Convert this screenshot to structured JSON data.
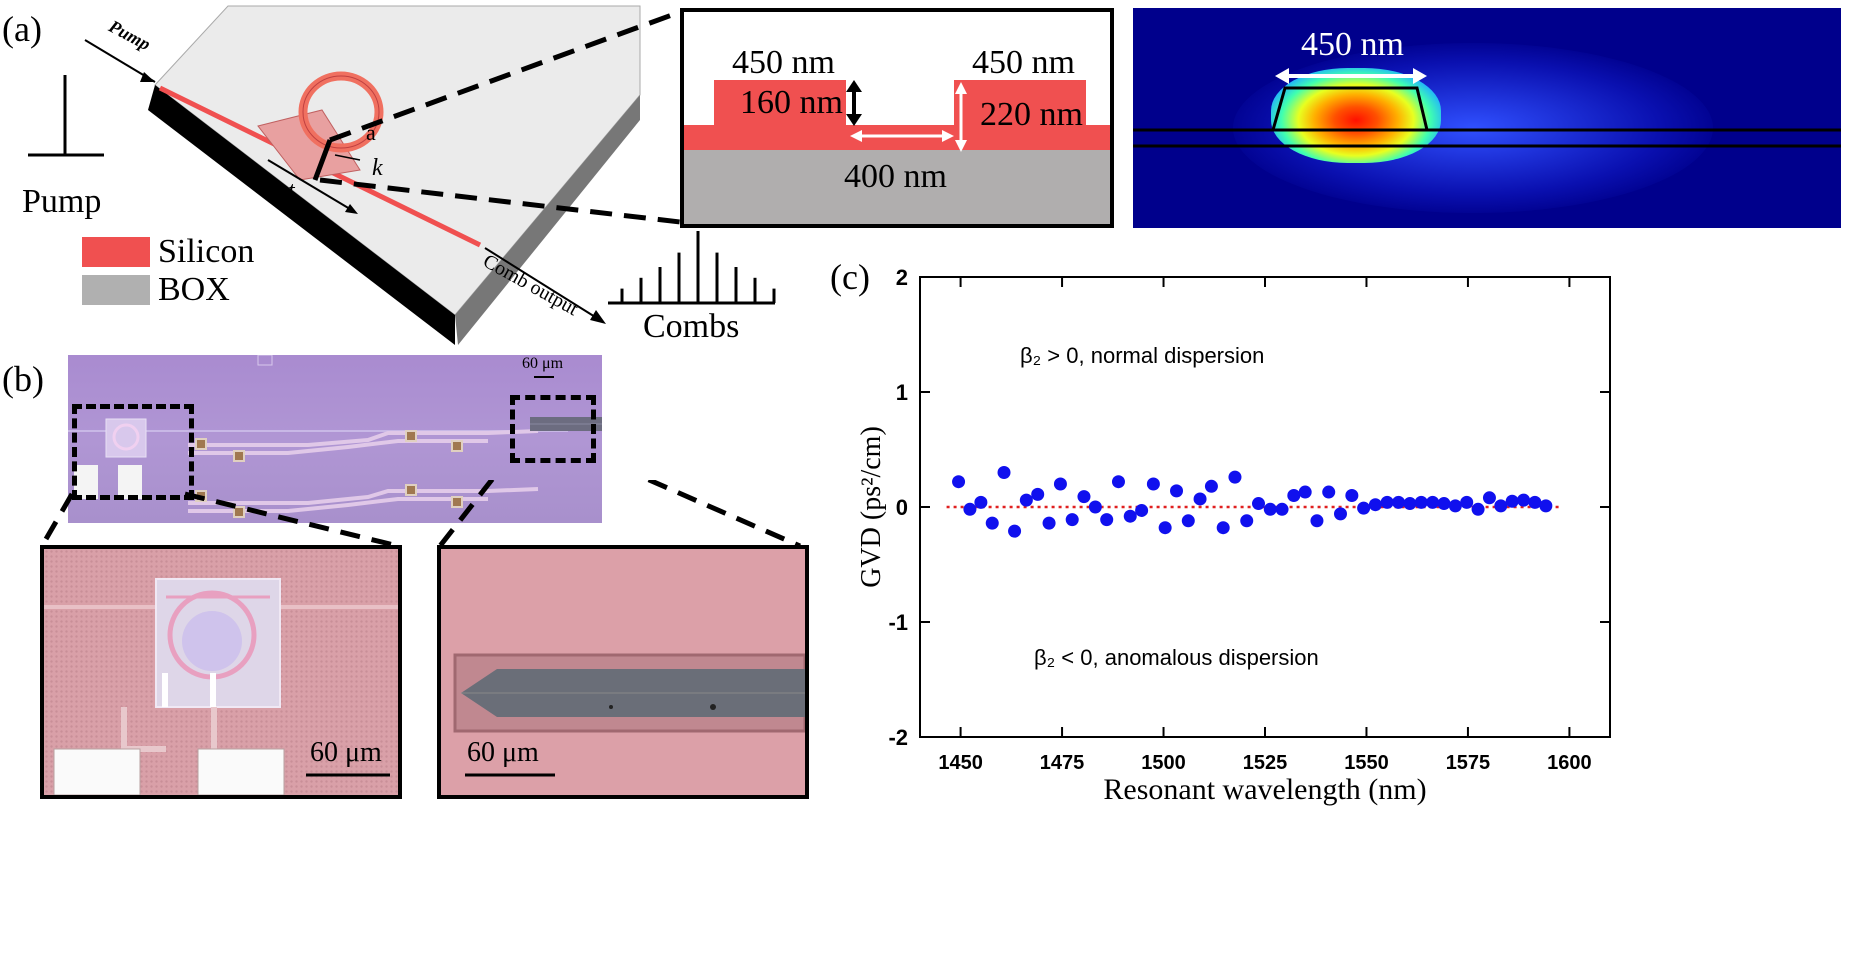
{
  "panels": {
    "a": {
      "label": "(a)",
      "pump_arrow_label": "Pump",
      "pump_symbol_label": "Pump",
      "ring_label_a": "a",
      "coupler_label_k": "k",
      "coupler_label_t": "t",
      "comb_output_label": "Comb output",
      "combs_label": "Combs",
      "legend": [
        {
          "name": "Silicon",
          "color": "#f05050"
        },
        {
          "name": "BOX",
          "color": "#b0b0b0"
        }
      ],
      "cross_section": {
        "top_left_width": "450 nm",
        "top_right_width": "450 nm",
        "etch_depth": "160 nm",
        "height": "220 nm",
        "gap": "400 nm"
      },
      "mode_profile": {
        "width": "450 nm"
      },
      "comb_line_heights": [
        0.2,
        0.35,
        0.5,
        0.7,
        1.0,
        0.7,
        0.5,
        0.35,
        0.2
      ]
    },
    "b": {
      "label": "(b)",
      "overview_scale": "60 μm",
      "zoom_left_scale": "60 μm",
      "zoom_right_scale": "60 μm"
    },
    "c": {
      "label": "(c)",
      "xlabel": "Resonant wavelength (nm)",
      "ylabel": "GVD (ps²/cm)",
      "annotation_top": "β₂ > 0, normal dispersion",
      "annotation_bottom": "β₂ < 0, anomalous dispersion"
    }
  },
  "chart_data": {
    "type": "scatter",
    "title": "",
    "xlabel": "Resonant wavelength (nm)",
    "ylabel": "GVD (ps²/cm)",
    "xlim": [
      1440,
      1610
    ],
    "ylim": [
      -2,
      2
    ],
    "xticks": [
      1450,
      1475,
      1500,
      1525,
      1550,
      1575,
      1600
    ],
    "yticks": [
      -2,
      -1,
      0,
      1,
      2
    ],
    "reference_line": {
      "y": 0,
      "color": "#e02020",
      "style": "dotted"
    },
    "marker_color": "#1010ee",
    "points": [
      [
        1449.5,
        0.22
      ],
      [
        1452.3,
        -0.02
      ],
      [
        1455.0,
        0.04
      ],
      [
        1457.8,
        -0.14
      ],
      [
        1460.7,
        0.3
      ],
      [
        1463.3,
        -0.21
      ],
      [
        1466.2,
        0.06
      ],
      [
        1469.0,
        0.11
      ],
      [
        1471.8,
        -0.14
      ],
      [
        1474.6,
        0.2
      ],
      [
        1477.5,
        -0.11
      ],
      [
        1480.4,
        0.09
      ],
      [
        1483.2,
        0.0
      ],
      [
        1486.0,
        -0.11
      ],
      [
        1488.9,
        0.22
      ],
      [
        1491.8,
        -0.08
      ],
      [
        1494.6,
        -0.03
      ],
      [
        1497.5,
        0.2
      ],
      [
        1500.4,
        -0.18
      ],
      [
        1503.2,
        0.14
      ],
      [
        1506.1,
        -0.12
      ],
      [
        1509.0,
        0.07
      ],
      [
        1511.8,
        0.18
      ],
      [
        1514.7,
        -0.18
      ],
      [
        1517.6,
        0.26
      ],
      [
        1520.5,
        -0.12
      ],
      [
        1523.4,
        0.03
      ],
      [
        1526.3,
        -0.02
      ],
      [
        1529.2,
        -0.02
      ],
      [
        1532.1,
        0.1
      ],
      [
        1534.9,
        0.13
      ],
      [
        1537.8,
        -0.12
      ],
      [
        1540.7,
        0.13
      ],
      [
        1543.6,
        -0.06
      ],
      [
        1546.4,
        0.1
      ],
      [
        1549.3,
        -0.01
      ],
      [
        1552.2,
        0.02
      ],
      [
        1555.1,
        0.04
      ],
      [
        1557.9,
        0.04
      ],
      [
        1560.7,
        0.03
      ],
      [
        1563.5,
        0.04
      ],
      [
        1566.3,
        0.04
      ],
      [
        1569.1,
        0.03
      ],
      [
        1571.9,
        0.01
      ],
      [
        1574.7,
        0.04
      ],
      [
        1577.5,
        -0.02
      ],
      [
        1580.3,
        0.08
      ],
      [
        1583.1,
        0.01
      ],
      [
        1585.9,
        0.05
      ],
      [
        1588.7,
        0.06
      ],
      [
        1591.5,
        0.04
      ],
      [
        1594.2,
        0.01
      ]
    ]
  }
}
